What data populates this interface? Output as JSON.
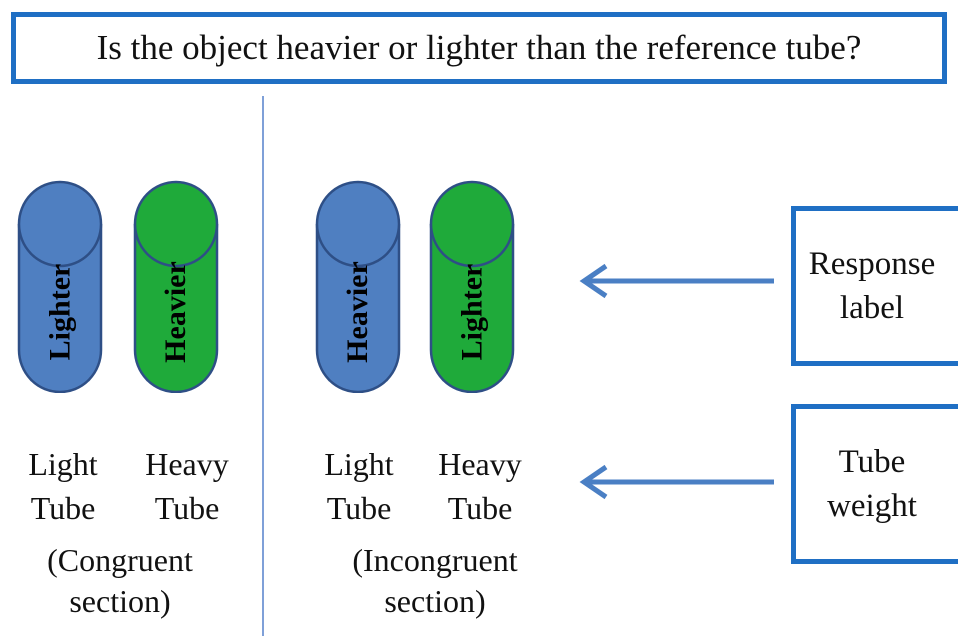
{
  "question": "Is the object heavier or lighter than the reference tube?",
  "colors": {
    "blue_tube": "#4f7fc1",
    "green_tube": "#1faa3a",
    "tube_outline": "#2e4f86",
    "box_border": "#1f6fc4",
    "arrow": "#4a7fc4"
  },
  "congruent": {
    "tubes": [
      {
        "label": "Lighter",
        "color": "blue",
        "caption_line1": "Light",
        "caption_line2": "Tube"
      },
      {
        "label": "Heavier",
        "color": "green",
        "caption_line1": "Heavy",
        "caption_line2": "Tube"
      }
    ],
    "section_line1": "(Congruent",
    "section_line2": "section)"
  },
  "incongruent": {
    "tubes": [
      {
        "label": "Heavier",
        "color": "blue",
        "caption_line1": "Light",
        "caption_line2": "Tube"
      },
      {
        "label": "Lighter",
        "color": "green",
        "caption_line1": "Heavy",
        "caption_line2": "Tube"
      }
    ],
    "section_line1": "(Incongruent",
    "section_line2": "section)"
  },
  "legend": {
    "response_label_line1": "Response",
    "response_label_line2": "label",
    "tube_weight_line1": "Tube",
    "tube_weight_line2": "weight"
  }
}
